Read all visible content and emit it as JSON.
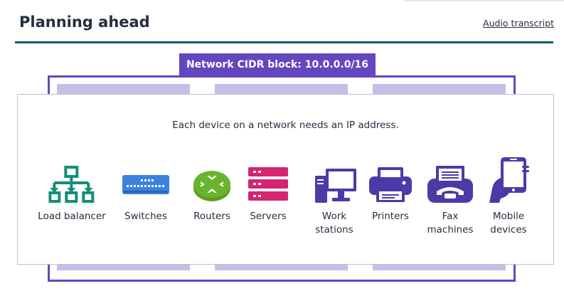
{
  "header": {
    "title": "Planning ahead",
    "transcript_link": "Audio transcript"
  },
  "network": {
    "cidr_label": "Network CIDR block: 10.0.0.0/16"
  },
  "panel": {
    "message": "Each device on a network needs an IP address."
  },
  "devices": [
    {
      "label": "Load balancer",
      "icon": "load-balancer-icon"
    },
    {
      "label": "Switches",
      "icon": "switch-icon"
    },
    {
      "label": "Routers",
      "icon": "router-icon"
    },
    {
      "label": "Servers",
      "icon": "server-icon"
    },
    {
      "label": "Work\nstations",
      "icon": "workstation-icon"
    },
    {
      "label": "Printers",
      "icon": "printer-icon"
    },
    {
      "label": "Fax\nmachines",
      "icon": "fax-icon"
    },
    {
      "label": "Mobile\ndevices",
      "icon": "mobile-device-icon"
    }
  ],
  "colors": {
    "title": "#232f3e",
    "rule": "#0c5f6e",
    "network_purple": "#6447c0",
    "subnet_fill": "#c3bfe6",
    "load_balancer": "#148f77",
    "switch": "#3b82e0",
    "router": "#6ab42d",
    "server": "#d6246e",
    "device_purple": "#4d3aa8"
  }
}
